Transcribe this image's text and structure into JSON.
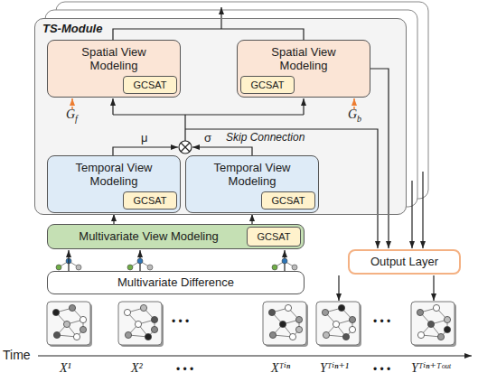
{
  "diagram": {
    "nodes": [
      {
        "text": [
          "TS-Module"
        ]
      },
      {
        "text": [
          "Spatial View Modeling"
        ],
        "in": 0
      },
      {
        "text": [
          "GCSAT"
        ],
        "in": 1
      },
      {
        "text": [
          "Spatial View Modeling"
        ],
        "in": 0
      },
      {
        "text": [
          "GCSAT"
        ],
        "in": 3
      },
      {
        "text": [
          "Temporal View Modeling"
        ],
        "in": 0
      },
      {
        "text": [
          "GCSAT"
        ],
        "in": 5
      },
      {
        "text": [
          "Temporal View Modeling"
        ],
        "in": 0
      },
      {
        "text": [
          "GCSAT"
        ],
        "in": 7
      },
      {
        "text": [
          "Multivariate View Modeling"
        ]
      },
      {
        "text": [
          "GCSAT"
        ],
        "in": 9
      },
      {
        "text": [
          "Multivariate Difference"
        ]
      },
      {
        "text": [
          "Output Layer"
        ]
      }
    ],
    "edges": [
      {
        "from": 11,
        "to": 9,
        "arrow": "to"
      },
      {
        "from": 9,
        "to": 5,
        "arrow": "to"
      },
      {
        "from": 9,
        "to": 7,
        "arrow": "to"
      },
      {
        "from": 3,
        "to": 12,
        "arrow": "to"
      }
    ],
    "labels": [
      "μ",
      "σ",
      "G",
      "f",
      "G",
      "b",
      "Skip Connection",
      "• • •",
      "• • •",
      "Time",
      "X¹",
      "X²",
      "• • •",
      "Xᵀⁱⁿ",
      "Yᵀⁱⁿ⁺¹",
      "• • •",
      "Yᵀⁱⁿ⁺ᵀᵒᵘᵗ"
    ]
  }
}
